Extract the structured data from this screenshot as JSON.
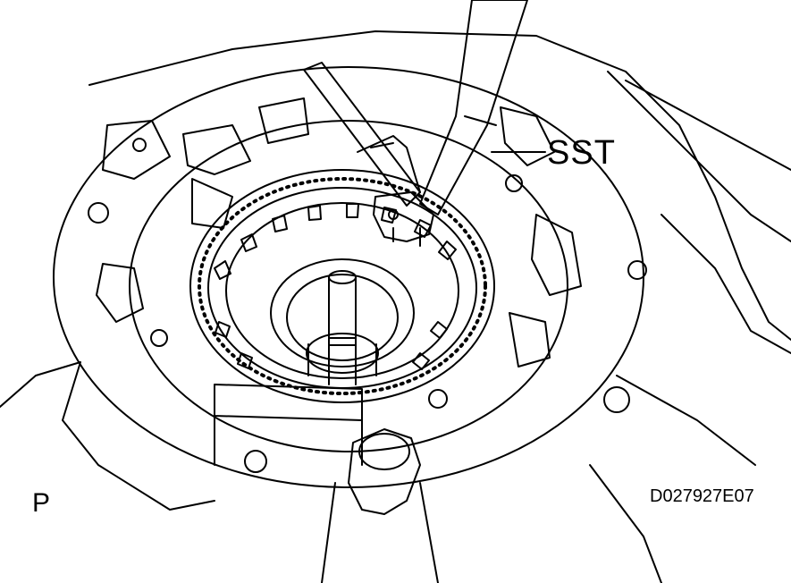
{
  "figure": {
    "callout_label": "SST",
    "corner_letter": "P",
    "figure_code": "D027927E07"
  },
  "colors": {
    "ink": "#000000",
    "paper": "#ffffff"
  }
}
